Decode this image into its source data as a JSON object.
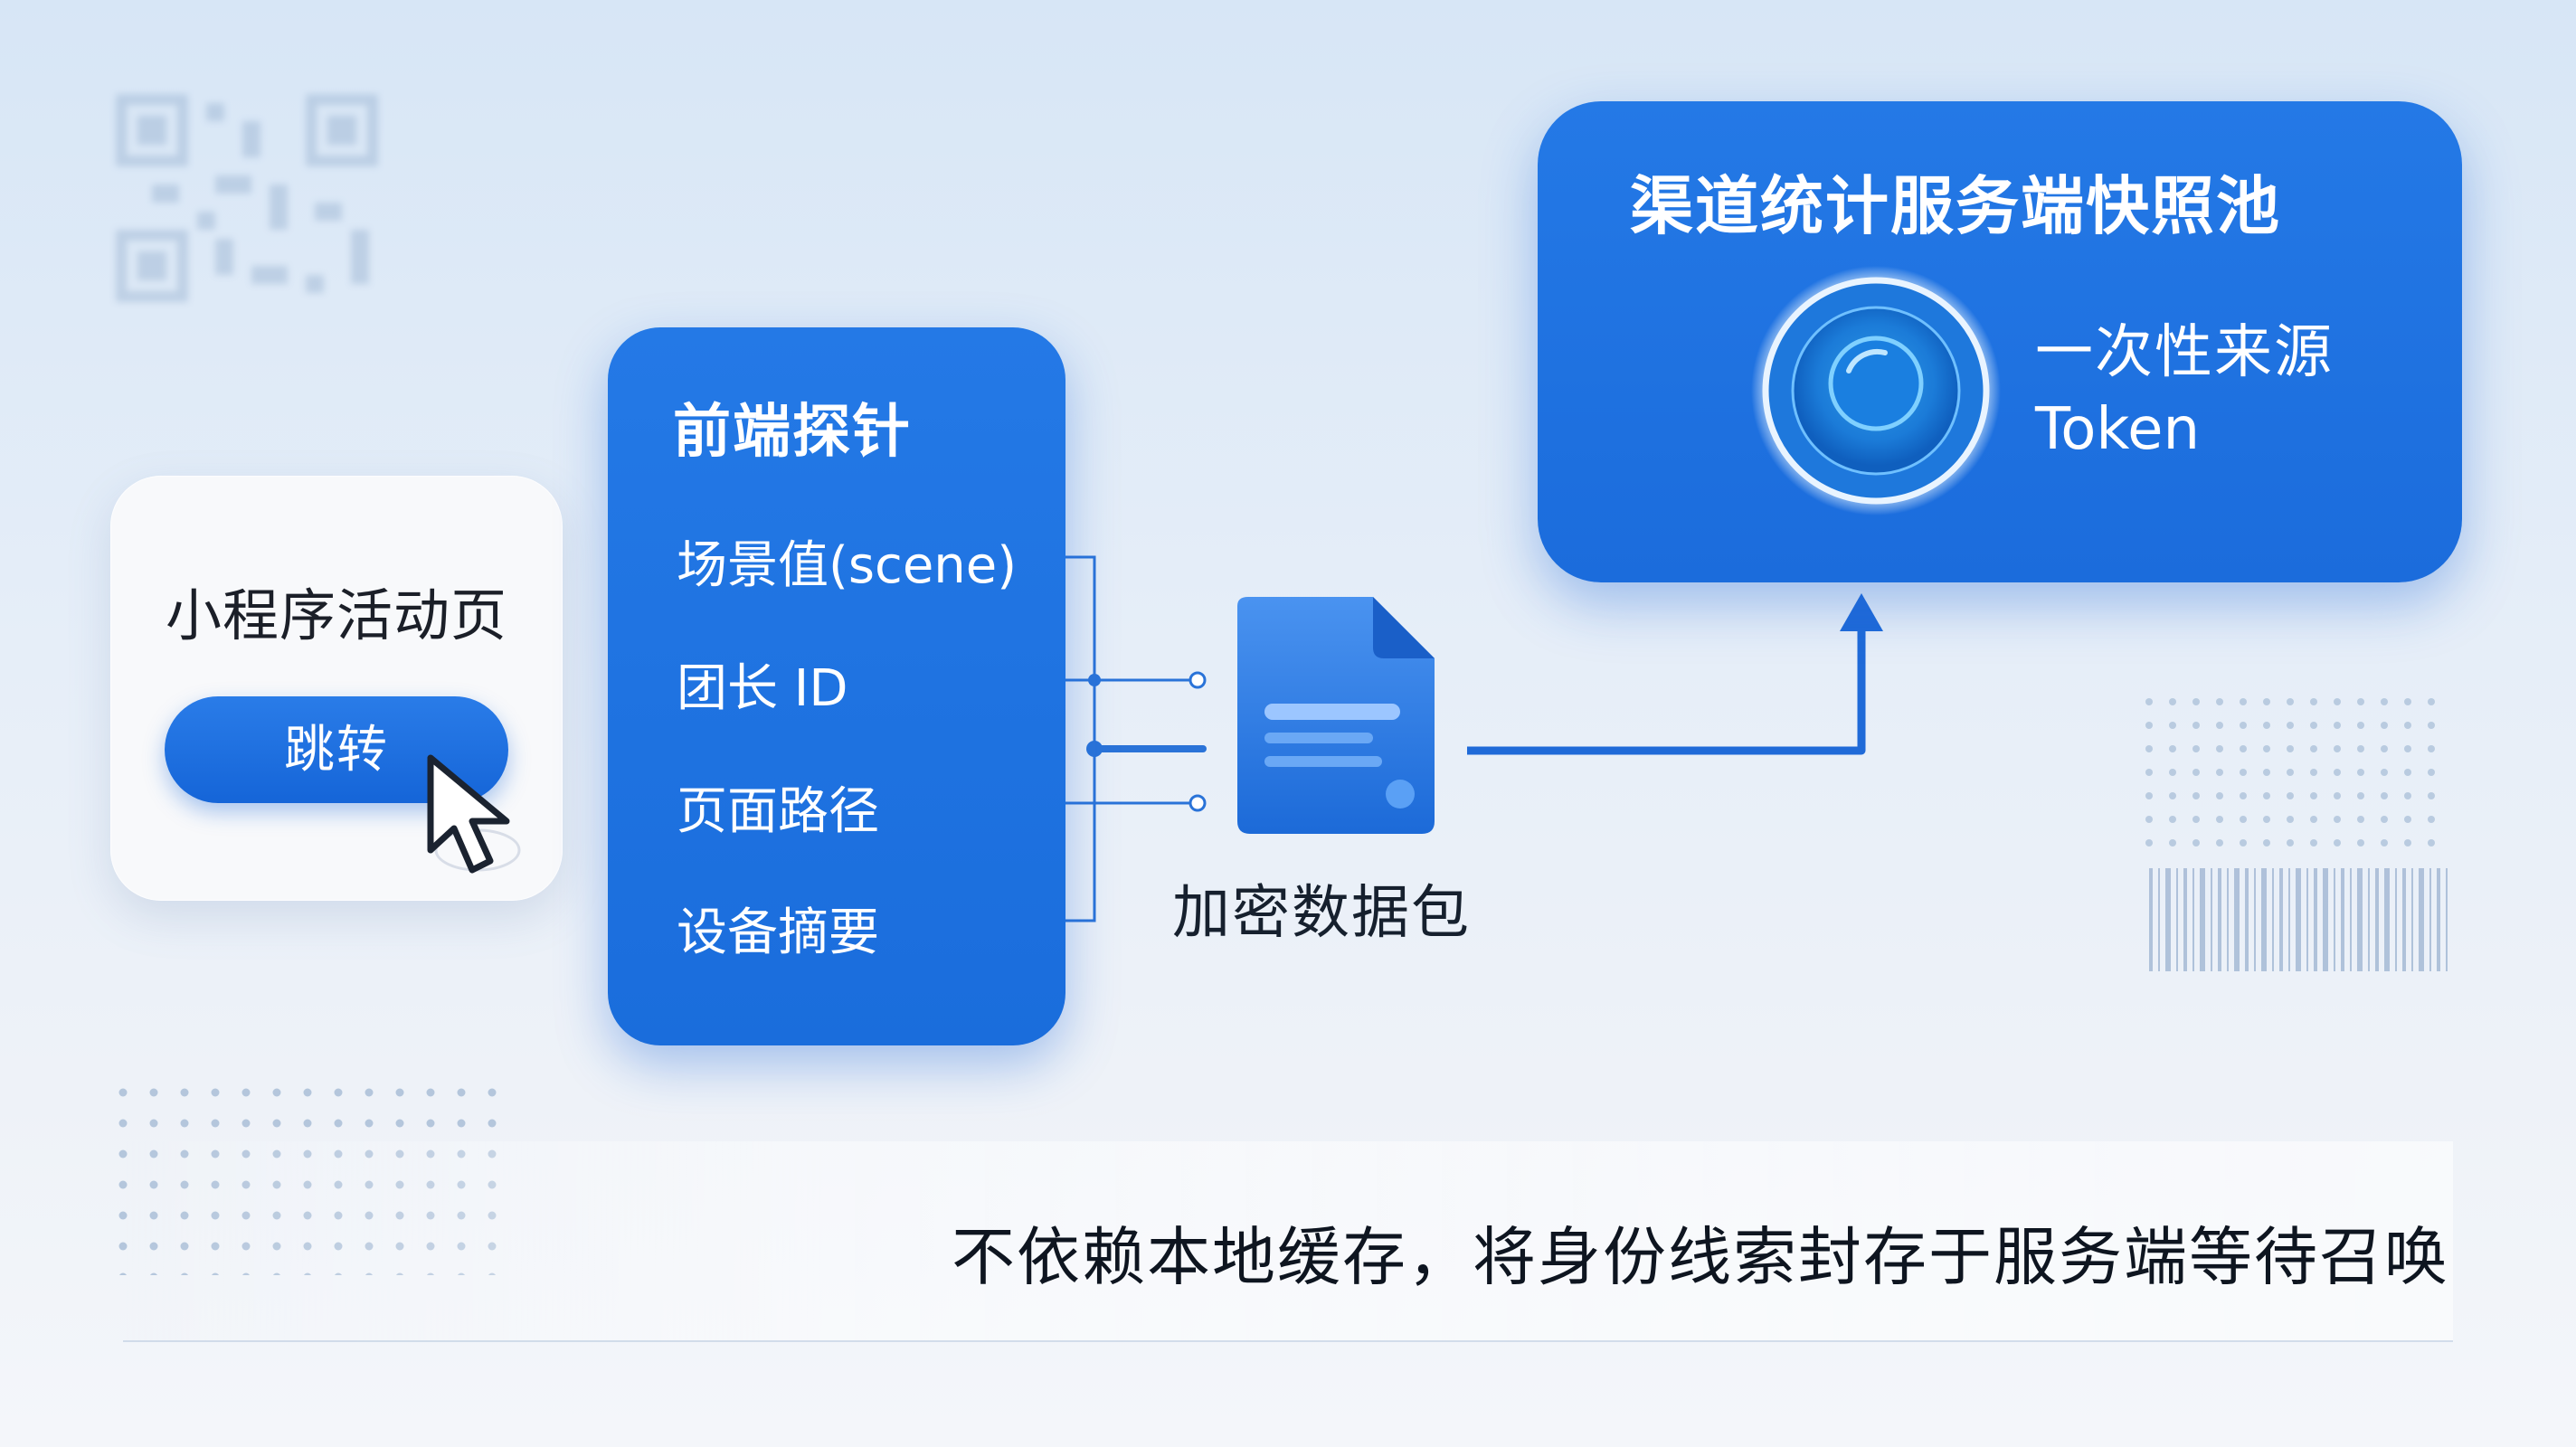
{
  "page_card": {
    "title": "小程序活动页",
    "button_label": "跳转"
  },
  "probe": {
    "title": "前端探针",
    "items": [
      {
        "label": "场景值(scene)"
      },
      {
        "label": "团长 ID"
      },
      {
        "label": "页面路径"
      },
      {
        "label": "设备摘要"
      }
    ]
  },
  "package": {
    "label": "加密数据包"
  },
  "server": {
    "title": "渠道统计服务端快照池",
    "token_line1": "一次性来源",
    "token_line2": "Token"
  },
  "caption": "不依赖本地缓存，将身份线索封存于服务端等待召唤",
  "colors": {
    "accent": "#1a6ddc",
    "panel": "#2479e6",
    "text_dark": "#16202e",
    "background": "#e2ecf7"
  },
  "icons": [
    "cursor-icon",
    "document-icon",
    "token-orb-icon",
    "qr-code-icon",
    "barcode-icon"
  ]
}
